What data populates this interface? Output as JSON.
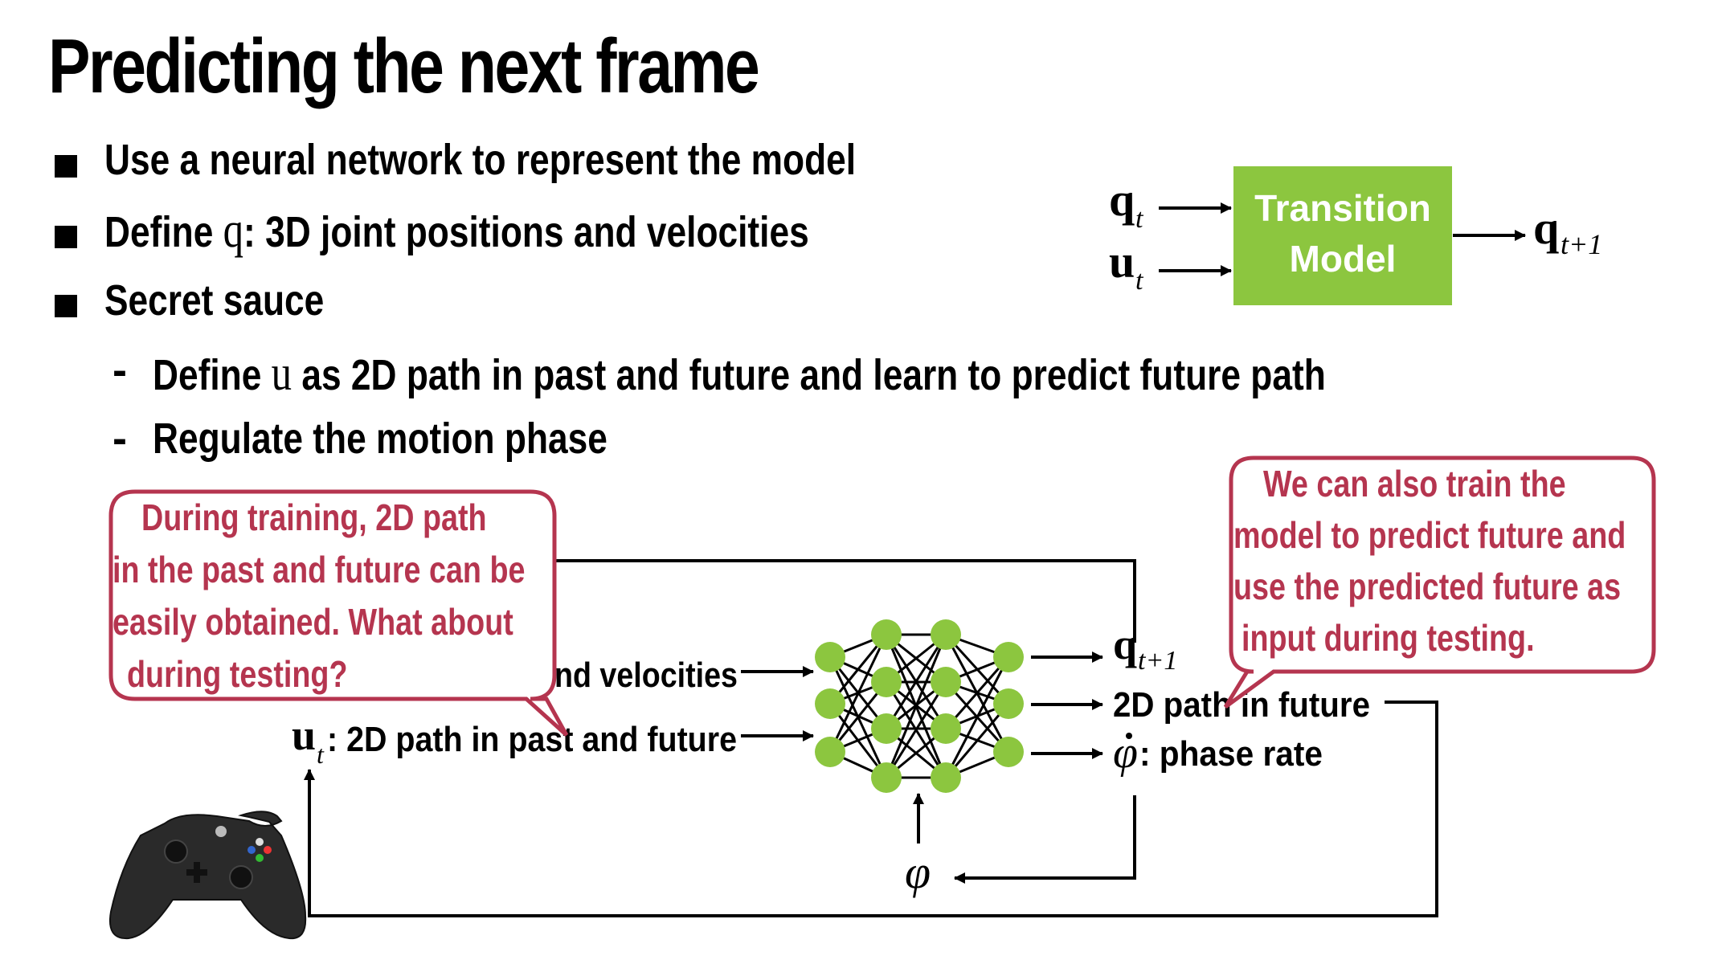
{
  "title": "Predicting the next frame",
  "bullets": [
    {
      "text": "Use a neural network to represent the model"
    },
    {
      "pre": "Define ",
      "sym": "q",
      "post": ": 3D joint positions and velocities"
    },
    {
      "text": "Secret sauce"
    }
  ],
  "sub_bullets": [
    {
      "pre": "Define ",
      "sym": "u",
      "post": " as 2D path in past and future and learn to predict future path"
    },
    {
      "text": "Regulate the motion phase"
    }
  ],
  "dash": "-",
  "transition_diagram": {
    "box_label_line1": "Transition",
    "box_label_line2": "Model",
    "input_q": "q",
    "input_q_sub": "t",
    "input_u": "u",
    "input_u_sub": "t",
    "output_q": "q",
    "output_q_sub": "t+1"
  },
  "network": {
    "input_q_tail": "nd velocities",
    "input_u": "u",
    "input_u_sub": "t",
    "input_u_text": ": 2D path in past and future",
    "output_q": "q",
    "output_q_sub": "t+1",
    "output_path": "2D path in future",
    "output_phase_symbol": "φ",
    "output_phase_text": ": phase rate",
    "phase_input": "φ"
  },
  "callouts": {
    "left": [
      "During training, 2D path",
      "in the past and future can be",
      "easily obtained. What about",
      "during testing?"
    ],
    "right": [
      "We can also train the",
      "model to predict future and",
      "use the predicted future as",
      "input during testing."
    ]
  },
  "colors": {
    "box_fill": "#8cc63f",
    "node_fill": "#8cc63f",
    "callout_border": "#b5354f",
    "callout_text": "#b5354f"
  },
  "icons": {
    "controller": "game-controller-icon"
  }
}
